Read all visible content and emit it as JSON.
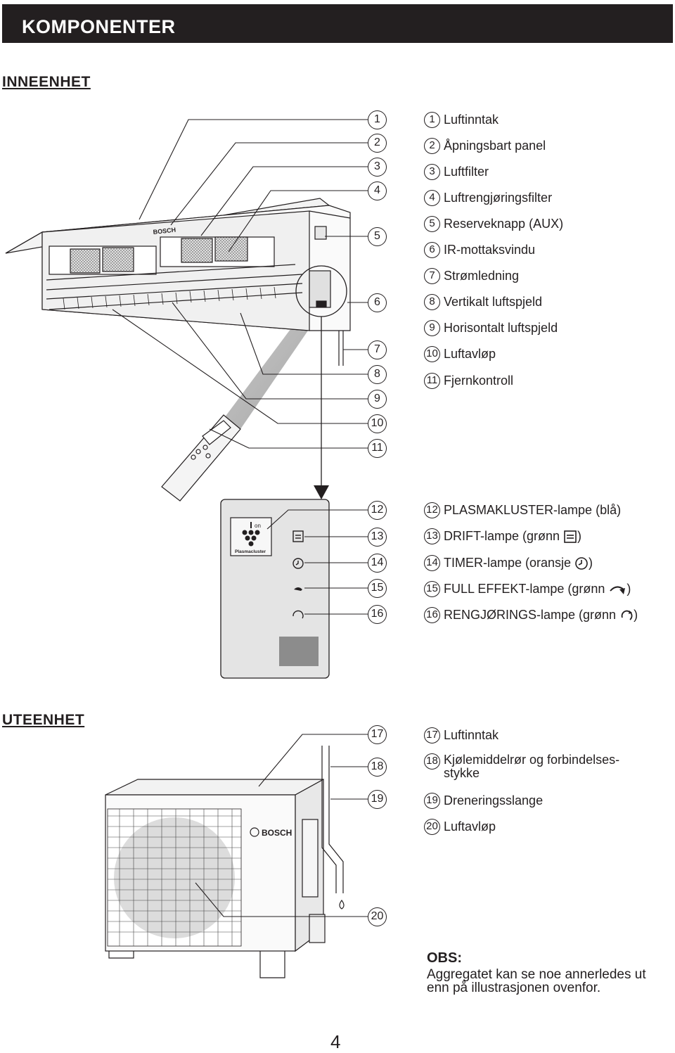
{
  "header": {
    "title": "KOMPONENTER"
  },
  "indoor": {
    "title": "INNEENHET",
    "items": [
      {
        "n": "1",
        "label": "Luftinntak"
      },
      {
        "n": "2",
        "label": "Åpningsbart panel"
      },
      {
        "n": "3",
        "label": "Luftfilter"
      },
      {
        "n": "4",
        "label": "Luftrengjøringsfilter"
      },
      {
        "n": "5",
        "label": "Reserveknapp (AUX)"
      },
      {
        "n": "6",
        "label": "IR-mottaksvindu"
      },
      {
        "n": "7",
        "label": "Strømledning"
      },
      {
        "n": "8",
        "label": "Vertikalt luftspjeld"
      },
      {
        "n": "9",
        "label": "Horisontalt luftspjeld"
      },
      {
        "n": "10",
        "label": "Luftavløp"
      },
      {
        "n": "11",
        "label": "Fjernkontroll"
      }
    ],
    "brand": "BOSCH"
  },
  "panel": {
    "items": [
      {
        "n": "12",
        "label": "PLASMAKLUSTER-lampe (blå)",
        "suffix": "",
        "icon": ""
      },
      {
        "n": "13",
        "label": "DRIFT-lampe (grønn",
        "suffix": ")",
        "icon": "operation-icon"
      },
      {
        "n": "14",
        "label": "TIMER-lampe (oransje",
        "suffix": ")",
        "icon": "timer-icon"
      },
      {
        "n": "15",
        "label": "FULL EFFEKT-lampe (grønn",
        "suffix": ")",
        "icon": "full-power-icon"
      },
      {
        "n": "16",
        "label": "RENGJØRINGS-lampe (grønn",
        "suffix": ")",
        "icon": "cleaning-icon"
      }
    ],
    "badge_on": "on",
    "badge_text": "Plasmacluster"
  },
  "outdoor": {
    "title": "UTEENHET",
    "items": [
      {
        "n": "17",
        "label": "Luftinntak"
      },
      {
        "n": "18",
        "label": "Kjølemiddelrør og forbindelses-\nstykke"
      },
      {
        "n": "19",
        "label": "Dreneringsslange"
      },
      {
        "n": "20",
        "label": "Luftavløp"
      }
    ],
    "brand": "BOSCH"
  },
  "note": {
    "title": "OBS:",
    "text": "Aggregatet kan se noe annerledes ut enn på illustrasjonen ovenfor."
  },
  "page_number": "4"
}
